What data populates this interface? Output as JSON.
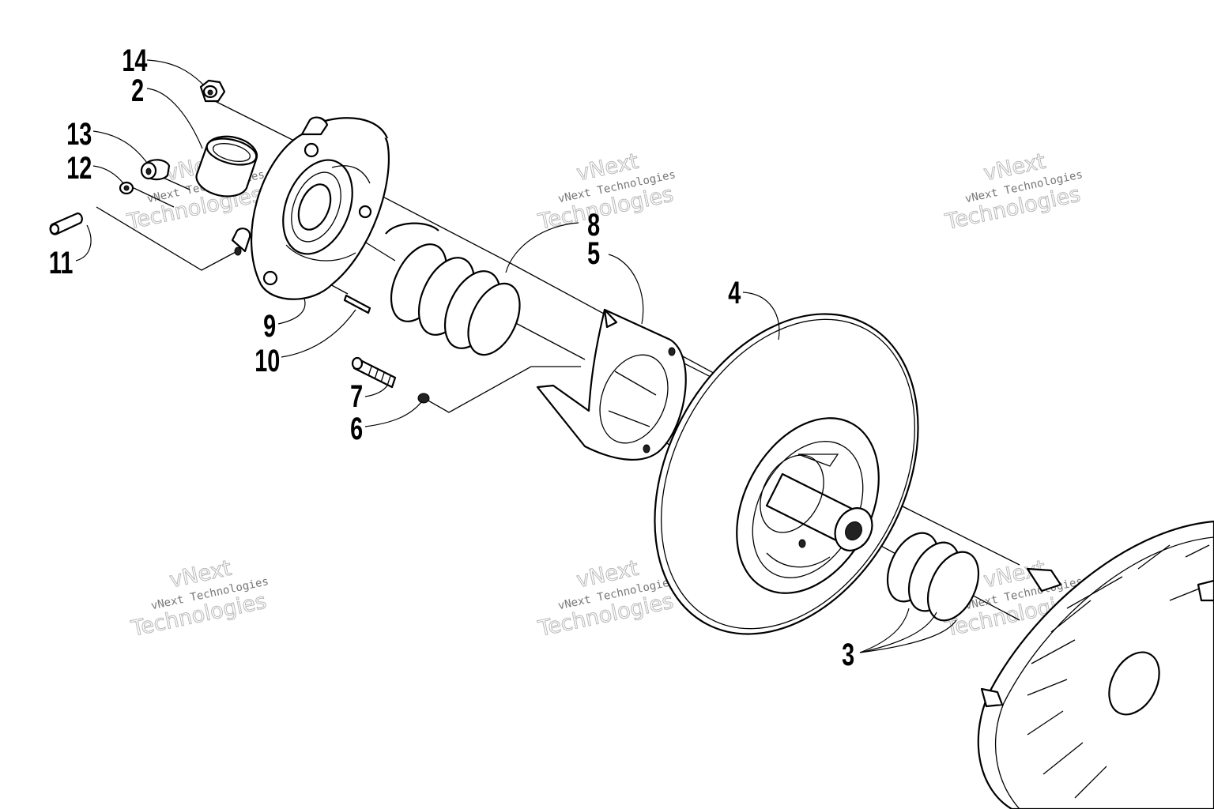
{
  "diagram": {
    "callouts": {
      "n14": "14",
      "n2": "2",
      "n13": "13",
      "n12": "12",
      "n11": "11",
      "n9": "9",
      "n10": "10",
      "n8": "8",
      "n5": "5",
      "n7": "7",
      "n6": "6",
      "n4": "4",
      "n3": "3"
    },
    "watermark": {
      "line1": "vNext Technologies",
      "line2_a": "vNext",
      "line2_b": "Technologies"
    }
  }
}
